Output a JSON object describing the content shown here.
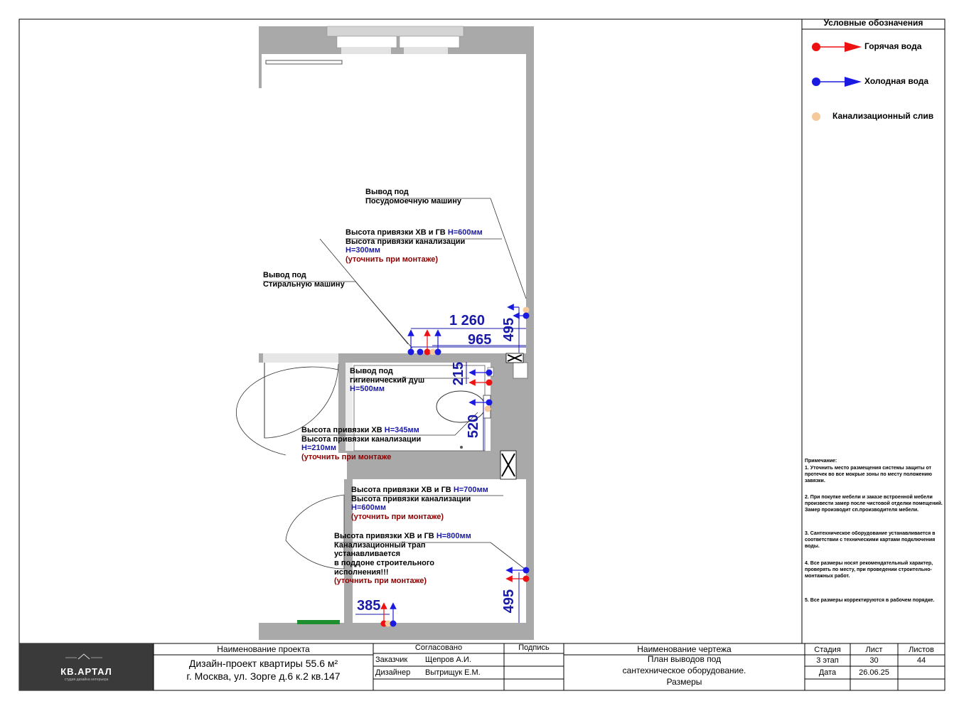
{
  "legend": {
    "title": "Условные обозначения",
    "hot_water": "Горячая вода",
    "cold_water": "Холодная вода",
    "sewer": "Канализационный слив",
    "colors": {
      "hot": "#ee1111",
      "cold": "#1a1ae0",
      "sewer": "#f5c99a"
    }
  },
  "annotations": {
    "dishwasher": [
      "Вывод под",
      "Посудомоечную машину"
    ],
    "kitchen_height": {
      "l1": "Высота привязки ХВ и ГВ ",
      "l1_val": "Н=600мм",
      "l2": "Высота привязки канализации",
      "l3": "Н=300мм",
      "l4": "(уточнить при монтаже)"
    },
    "washer": [
      "Вывод под",
      "Стиральную машину"
    ],
    "shower": {
      "l1": "Вывод под",
      "l2": "гигиенический душ",
      "l3": "Н=500мм"
    },
    "wc_height": {
      "l1": "Высота привязки ХВ ",
      "l1_val": "Н=345мм",
      "l2": "Высота привязки канализации",
      "l3": "Н=210мм",
      "l4": "(уточнить при монтаже"
    },
    "sink_height": {
      "l1": "Высота привязки ХВ и ГВ ",
      "l1_val": "Н=700мм",
      "l2": "Высота привязки канализации",
      "l3": "Н=600мм",
      "l4": "(уточнить при монтаже)"
    },
    "shower_height": {
      "l1": "Высота привязки ХВ и ГВ ",
      "l1_val": "Н=800мм",
      "l2": "Канализационный трап",
      "l3": "устанавливается",
      "l4": "в поддоне строительного",
      "l5": "исполнения!!!",
      "l6": "(уточнить при монтаже)"
    }
  },
  "dimensions": {
    "d1260": "1 260",
    "d965": "965",
    "d495_top": "495",
    "d215": "215",
    "d520": "520",
    "d385": "385",
    "d495_bottom": "495"
  },
  "notes": {
    "header": "Примечание:",
    "n1": "1. Уточнить место размещения системы защиты от протечек во все мокрые зоны по месту положению завязки.",
    "n2": "2. При покупке мебели и заказе встроенной мебели произвести замер после чистовой отделки помещений. Замер производит сп.производителя мебели.",
    "n3": "3. Сантехническое оборудование устанавливается в соответствии с техническими картами подключения воды.",
    "n4": "4. Все размеры носят рекомендательный характер, проверять по месту, при проведении строительно-монтажных работ.",
    "n5": "5. Все размеры корректируются в рабочем порядке."
  },
  "title_block": {
    "logo_text": "КВ.АРТАЛ",
    "logo_sub": "студия дизайна интерьера",
    "project_label": "Наименование проекта",
    "project_line1": "Дизайн-проект квартиры 55.6 м²",
    "project_line2": "г. Москва, ул. Зорге д.6 к.2 кв.147",
    "agreed_label": "Согласовано",
    "signature_label": "Подпись",
    "customer_label": "Заказчик",
    "customer_name": "Щепров А.И.",
    "designer_label": "Дизайнер",
    "designer_name": "Вытрищук Е.М.",
    "drawing_label": "Наименование чертежа",
    "drawing_line1": "План выводов под",
    "drawing_line2": "сантехническое оборудование.",
    "drawing_line3": "Размеры",
    "stage_label": "Стадия",
    "sheet_label": "Лист",
    "sheets_label": "Листов",
    "stage_value": "3 этап",
    "sheet_value": "30",
    "sheets_value": "44",
    "date_label": "Дата",
    "date_value": "26.06.25"
  }
}
